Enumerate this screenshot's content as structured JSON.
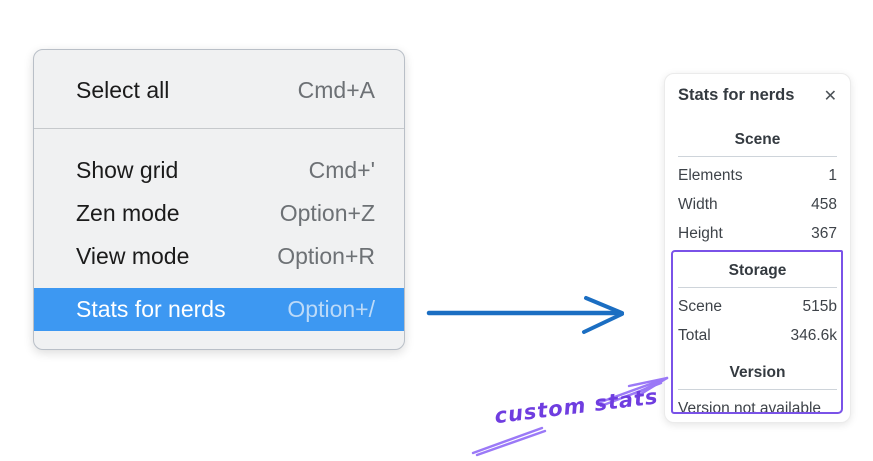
{
  "theme": {
    "colors": {
      "highlight_blue": "#3d98f2",
      "arrow_blue": "#1b6ec2",
      "annotation_purple": "#7a52e8",
      "annotation_light_purple": "#9b79f7",
      "annotation_text_purple": "#6f3de0"
    }
  },
  "context_menu": {
    "items": [
      {
        "label": "Select all",
        "shortcut": "Cmd+A",
        "selected": false
      },
      {
        "label": "Show grid",
        "shortcut": "Cmd+'",
        "selected": false
      },
      {
        "label": "Zen mode",
        "shortcut": "Option+Z",
        "selected": false
      },
      {
        "label": "View mode",
        "shortcut": "Option+R",
        "selected": false
      },
      {
        "label": "Stats for nerds",
        "shortcut": "Option+/",
        "selected": true
      }
    ]
  },
  "stats_panel": {
    "title": "Stats for nerds",
    "icons": {
      "close": "✕"
    },
    "sections": [
      {
        "header": "Scene",
        "rows": [
          {
            "label": "Elements",
            "value": "1"
          },
          {
            "label": "Width",
            "value": "458"
          },
          {
            "label": "Height",
            "value": "367"
          }
        ]
      },
      {
        "header": "Storage",
        "rows": [
          {
            "label": "Scene",
            "value": "515b"
          },
          {
            "label": "Total",
            "value": "346.6k"
          }
        ]
      },
      {
        "header": "Version",
        "note": "Version not available"
      }
    ]
  },
  "annotations": {
    "custom_stats_label": "custom stats"
  }
}
